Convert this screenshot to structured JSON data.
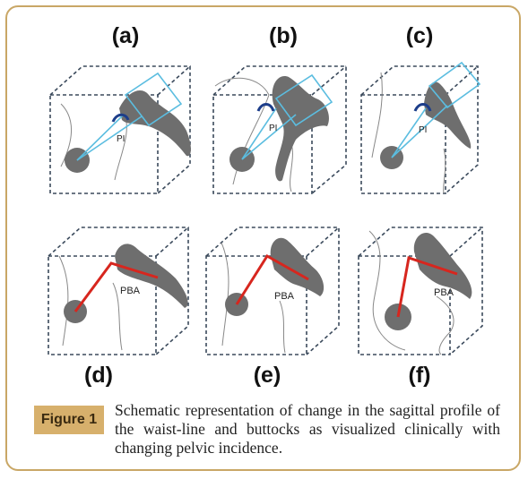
{
  "figure": {
    "panels": [
      {
        "label": "(a)",
        "angle_label": "PI"
      },
      {
        "label": "(b)",
        "angle_label": "PI"
      },
      {
        "label": "(c)",
        "angle_label": "PI"
      },
      {
        "label": "(d)",
        "angle_label": "PBA"
      },
      {
        "label": "(e)",
        "angle_label": "PBA"
      },
      {
        "label": "(f)",
        "angle_label": "PBA"
      }
    ],
    "badge": "Figure 1",
    "caption": "Schematic representation of change in the sagittal profile of the waist-line and buttocks as visualized clinically with changing pelvic incidence.",
    "colors": {
      "frame": "#c9a766",
      "badge": "#d7b06c",
      "pi_line": "#5bbde0",
      "pba_line": "#d7261e"
    }
  }
}
